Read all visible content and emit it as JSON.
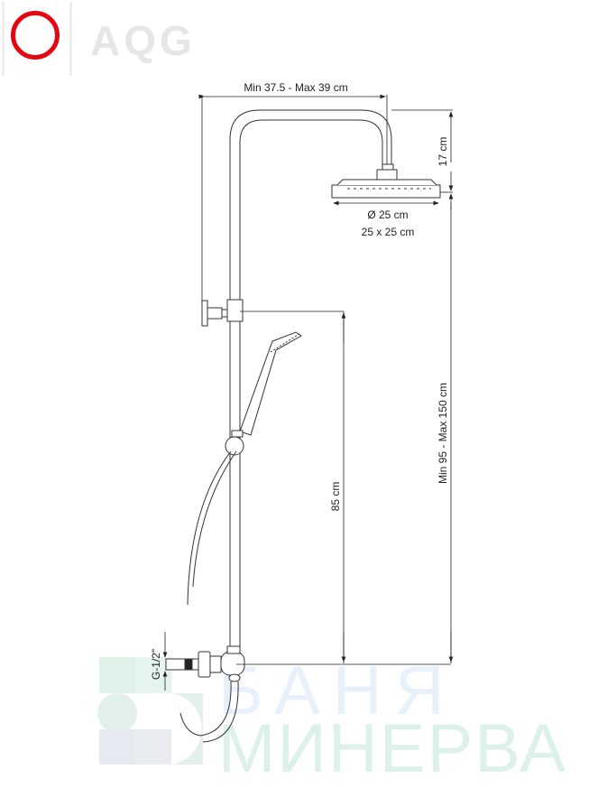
{
  "logo": {
    "brand": "AQG",
    "accent": "#e30613"
  },
  "watermark": {
    "line1": "БАНЯ",
    "line2": "МИНЕРВА"
  },
  "dimensions": {
    "arm_reach": "Min 37.5 - Max 39 cm",
    "head_drop": "17 cm",
    "head_round": "Ø 25 cm",
    "head_square": "25 x 25 cm",
    "total_height": "Min 95 - Max 150 cm",
    "slider_height": "85 cm",
    "inlet": "G-1/2\""
  }
}
